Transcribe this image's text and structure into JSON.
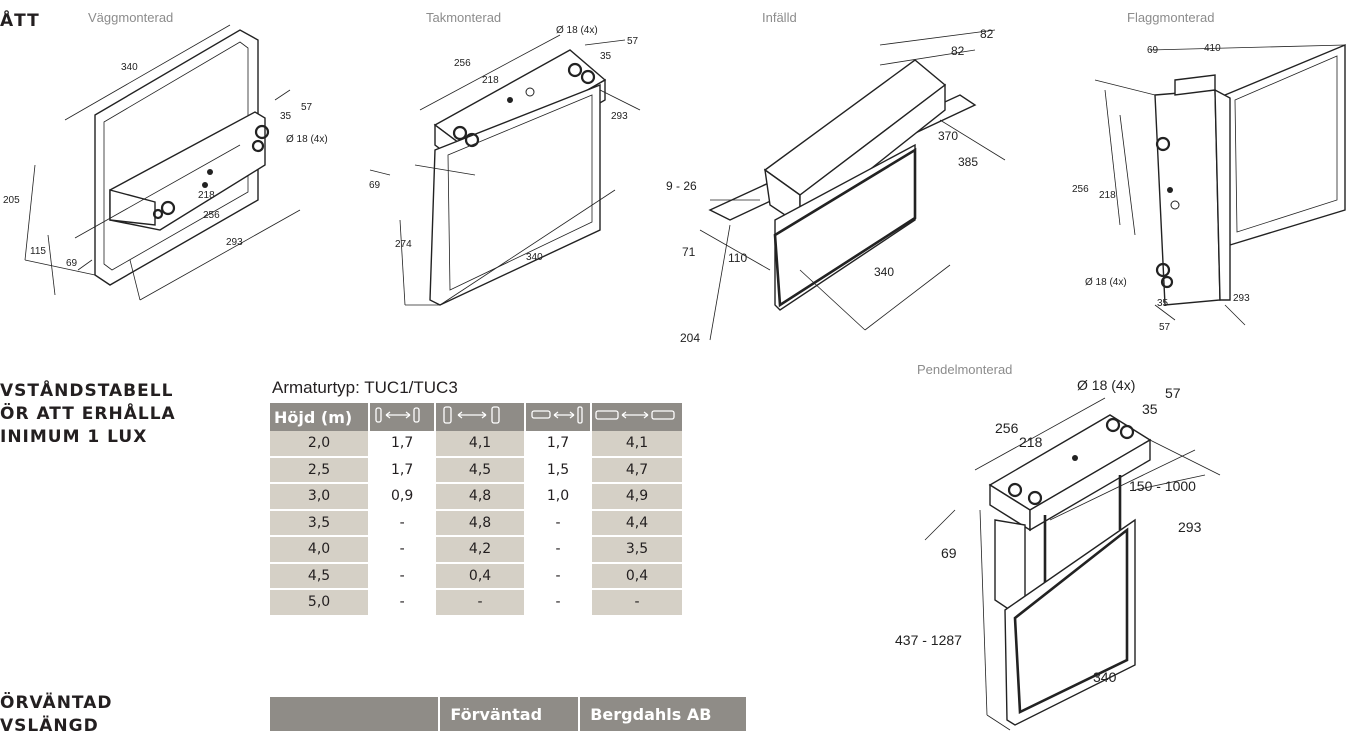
{
  "headings": {
    "matt": "ÅTT",
    "avstand_line1": "VSTÅNDSTABELL",
    "avstand_line2": "ÖR ATT ERHÅLLA",
    "avstand_line3": "INIMUM 1 LUX",
    "forvantad_line1": "ÖRVÄNTAD",
    "forvantad_line2": "VSLÄNGD"
  },
  "views": {
    "vagg": {
      "title": "Väggmonterad",
      "dims": {
        "w340": "340",
        "d57": "57",
        "d35": "35",
        "hole": "Ø 18 (4x)",
        "h205": "205",
        "d218": "218",
        "d256": "256",
        "d115": "115",
        "d69": "69",
        "d293": "293"
      }
    },
    "tak": {
      "title": "Takmonterad",
      "dims": {
        "hole": "Ø 18 (4x)",
        "d57": "57",
        "d256": "256",
        "d35": "35",
        "d218": "218",
        "d293": "293",
        "d69": "69",
        "h274": "274",
        "w340": "340"
      }
    },
    "infalld": {
      "title": "Infälld",
      "dims": {
        "d82a": "82",
        "d82b": "82",
        "d370": "370",
        "d385": "385",
        "r926": "9 - 26",
        "d71": "71",
        "d110": "110",
        "w340": "340",
        "d204": "204"
      }
    },
    "flagg": {
      "title": "Flaggmonterad",
      "dims": {
        "d69": "69",
        "w410": "410",
        "h256": "256",
        "h218": "218",
        "hole": "Ø 18 (4x)",
        "d35": "35",
        "d57": "57",
        "d293": "293"
      }
    },
    "pendel": {
      "title": "Pendelmonterad",
      "dims": {
        "hole": "Ø 18 (4x)",
        "d57": "57",
        "d35": "35",
        "d256": "256",
        "d218": "218",
        "r1501000": "150 - 1000",
        "d293": "293",
        "d69": "69",
        "r4371287": "437 - 1287",
        "w340": "340"
      }
    }
  },
  "distance_table": {
    "armatur_label": "Armaturtyp: TUC1/TUC3",
    "header_first": "Höjd (m)",
    "icon_columns": [
      "end-to-end-icon",
      "end-to-end-wide-icon",
      "side-to-end-icon",
      "side-to-side-icon"
    ],
    "rows": [
      [
        "2,0",
        "1,7",
        "4,1",
        "1,7",
        "4,1"
      ],
      [
        "2,5",
        "1,7",
        "4,5",
        "1,5",
        "4,7"
      ],
      [
        "3,0",
        "0,9",
        "4,8",
        "1,0",
        "4,9"
      ],
      [
        "3,5",
        "-",
        "4,8",
        "-",
        "4,4"
      ],
      [
        "4,0",
        "-",
        "4,2",
        "-",
        "3,5"
      ],
      [
        "4,5",
        "-",
        "0,4",
        "-",
        "0,4"
      ],
      [
        "5,0",
        "-",
        "-",
        "-",
        "-"
      ]
    ]
  },
  "bottom_table": {
    "headers": [
      "",
      "Förväntad",
      "Bergdahls AB"
    ]
  },
  "colors": {
    "header_gray": "#8f8c87",
    "row_beige": "#d5d0c6",
    "title_gray": "#8c8c8c"
  }
}
